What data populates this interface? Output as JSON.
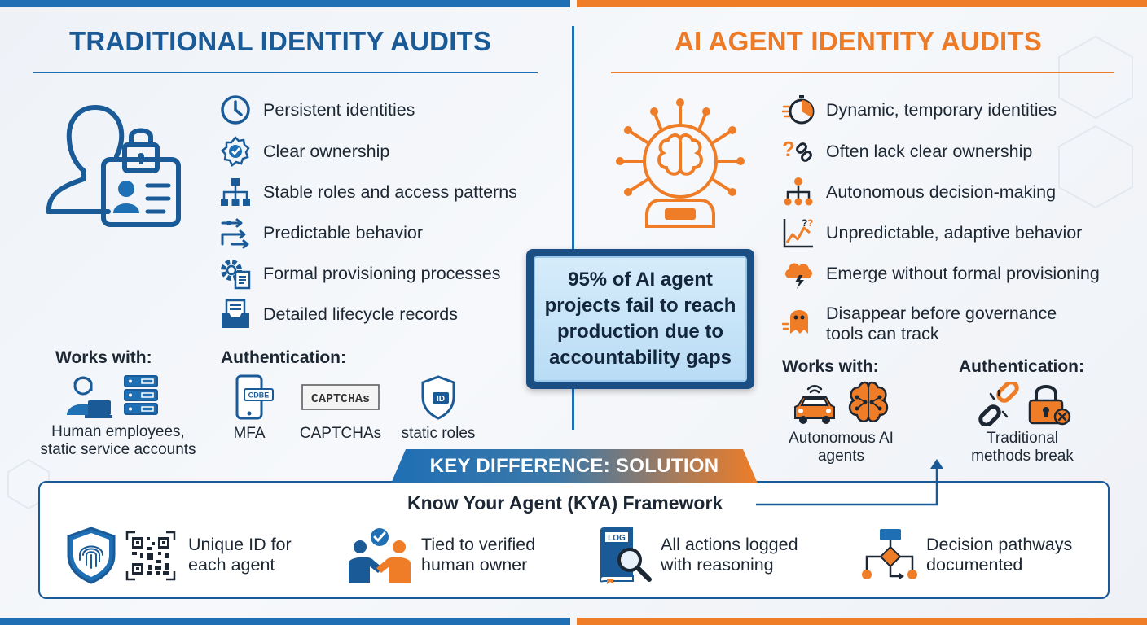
{
  "traditional": {
    "title": "TRADITIONAL IDENTITY AUDITS",
    "features": [
      {
        "icon": "clock-icon",
        "label": "Persistent identities"
      },
      {
        "icon": "badge-icon",
        "label": "Clear ownership"
      },
      {
        "icon": "org-chart-icon",
        "label": "Stable roles and access patterns"
      },
      {
        "icon": "arrows-icon",
        "label": "Predictable behavior"
      },
      {
        "icon": "gear-document-icon",
        "label": "Formal provisioning processes"
      },
      {
        "icon": "archive-icon",
        "label": "Detailed lifecycle records"
      }
    ],
    "works_with": {
      "heading": "Works with:",
      "caption_line1": "Human employees,",
      "caption_line2": "static service accounts"
    },
    "authentication": {
      "heading": "Authentication:",
      "mfa_code": "CDBE",
      "mfa": "MFA",
      "captcha_text": "CAPTCHAs",
      "captcha": "CAPTCHAs",
      "shield_text": "ID",
      "static_roles": "static roles"
    }
  },
  "ai_agent": {
    "title": "AI AGENT IDENTITY AUDITS",
    "features": [
      {
        "icon": "stopwatch-icon",
        "label": "Dynamic, temporary identities"
      },
      {
        "icon": "question-link-icon",
        "label": "Often lack clear ownership"
      },
      {
        "icon": "branching-icon",
        "label": "Autonomous decision-making"
      },
      {
        "icon": "chart-question-icon",
        "label": "Unpredictable, adaptive behavior"
      },
      {
        "icon": "storm-cloud-icon",
        "label": "Emerge without formal provisioning"
      },
      {
        "icon": "ghost-icon",
        "label": "Disappear before governance",
        "label2": "tools can track"
      }
    ],
    "works_with": {
      "heading": "Works with:",
      "caption_line1": "Autonomous AI",
      "caption_line2": "agents"
    },
    "authentication": {
      "heading": "Authentication:",
      "caption_line1": "Traditional",
      "caption_line2": "methods break"
    }
  },
  "callout": {
    "line1": "95% of AI agent",
    "line2": "projects fail to reach",
    "line3": "production due to",
    "line4": "accountability gaps"
  },
  "solution": {
    "banner": "KEY DIFFERENCE: SOLUTION",
    "title": "Know Your Agent (KYA) Framework",
    "log_text": "LOG",
    "items": [
      {
        "line1": "Unique ID for",
        "line2": "each agent"
      },
      {
        "line1": "Tied to verified",
        "line2": "human owner"
      },
      {
        "line1": "All actions logged",
        "line2": "with reasoning"
      },
      {
        "line1": "Decision pathways",
        "line2": "documented"
      }
    ]
  },
  "colors": {
    "blue": "#1f6fb5",
    "dark_blue": "#1a5a96",
    "orange": "#ef7d27",
    "text": "#1c2733"
  }
}
